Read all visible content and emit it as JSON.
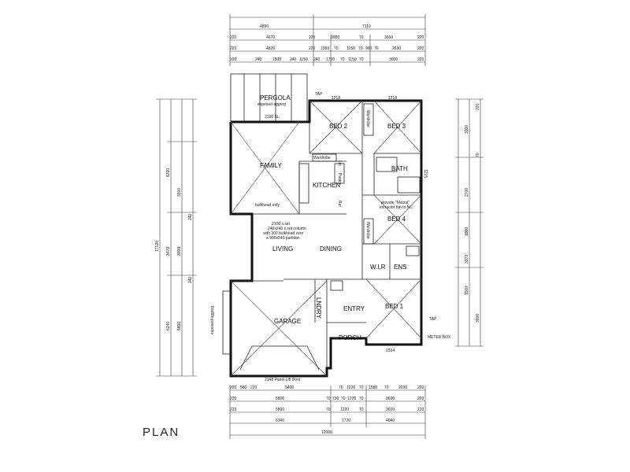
{
  "title": "PLAN",
  "rooms": {
    "pergola": "PERGOLA",
    "pergola_note": "exposed aggreg",
    "bed2": "BED 2",
    "bed3": "BED 3",
    "bath": "BATH",
    "family": "FAMILY",
    "kitchen": "KITCHEN",
    "bed4": "BED 4",
    "living": "LIVING",
    "dining": "DINING",
    "wir": "W.I.R",
    "ens": "ENS",
    "lndry": "LNDRY",
    "garage": "GARAGE",
    "entry": "ENTRY",
    "bed1": "BED 1",
    "porch": "PORCH"
  },
  "notes": {
    "bulkhead": "bulkhead only",
    "column": [
      "2100 s.set",
      "240x240 s.set column",
      "with 300 bulkhead over",
      "a 900x240 partition"
    ],
    "extractor": [
      "provide \"Mistral\"",
      "extractor fan to NC"
    ],
    "tap_top": "TAP",
    "tap_right": "TAP",
    "meter": "METER BOX",
    "door": "2148 Panel Lift Door",
    "exposed": "exposed aggreg",
    "wardrobe": "Wardrobe",
    "ref": "Ref",
    "pantry": "Pantry",
    "linen": "Lin"
  },
  "dims_top": {
    "row1": [
      "4890",
      "7110"
    ],
    "row2": [
      "220",
      "4670",
      "220",
      "3000",
      "70",
      "3600",
      "220"
    ],
    "row3": [
      "220",
      "4820",
      "220",
      "1380",
      "70",
      "1150",
      "70",
      "900",
      "70",
      "2630",
      "220"
    ],
    "row4": [
      "220",
      "240",
      "1500",
      "240",
      "1150",
      "240",
      "1700",
      "70",
      "1150",
      "70",
      "3000",
      "220"
    ]
  },
  "dims_bottom": {
    "row1": [
      "220",
      "580",
      "220",
      "5400",
      "70",
      "1220",
      "70",
      "1580",
      "70",
      "2030",
      "220"
    ],
    "row2": [
      "220",
      "5800",
      "70",
      "730",
      "70",
      "1220",
      "70",
      "3600",
      "220"
    ],
    "row3": [
      "220",
      "5800",
      "70",
      "1220",
      "70",
      "3600",
      "220"
    ],
    "row4": [
      "6340",
      "1720",
      "4040"
    ],
    "row5": [
      "12000"
    ]
  },
  "dims_left": [
    "17120",
    "6330",
    "3300",
    "240",
    "3470",
    "3000",
    "240",
    "5800",
    "6240"
  ],
  "dims_right": [
    "3000",
    "2700",
    "1800",
    "3370",
    "1500",
    "3600",
    "70",
    "220"
  ],
  "window_marks": [
    "1218",
    "1218",
    "2136 SL",
    "1534",
    "1215"
  ]
}
